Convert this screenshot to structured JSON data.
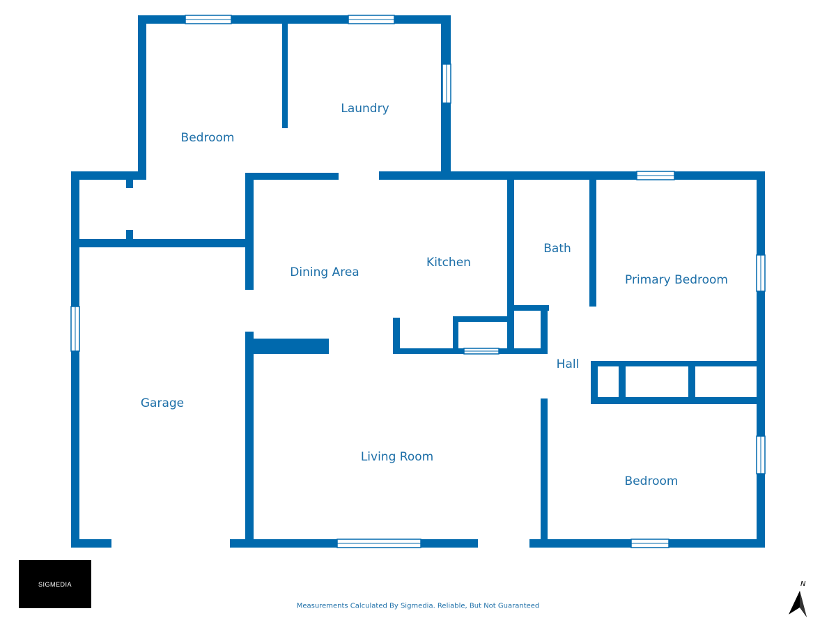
{
  "colors": {
    "wall": "#0069ad",
    "label": "#1d6fa8",
    "window_fill": "#ffffff",
    "window_stroke": "#0069ad"
  },
  "rooms": {
    "bedroom_north": "Bedroom",
    "laundry": "Laundry",
    "dining_area": "Dining Area",
    "kitchen": "Kitchen",
    "bath": "Bath",
    "primary_bedroom": "Primary Bedroom",
    "hall": "Hall",
    "garage": "Garage",
    "living_room": "Living Room",
    "bedroom_southeast": "Bedroom"
  },
  "logo": {
    "text": "SIGMEDIA"
  },
  "footer": {
    "disclaimer": "Measurements Calculated By Sigmedia. Reliable, But Not Guaranteed"
  },
  "compass": {
    "label": "N",
    "icon": "north-arrow-icon"
  }
}
